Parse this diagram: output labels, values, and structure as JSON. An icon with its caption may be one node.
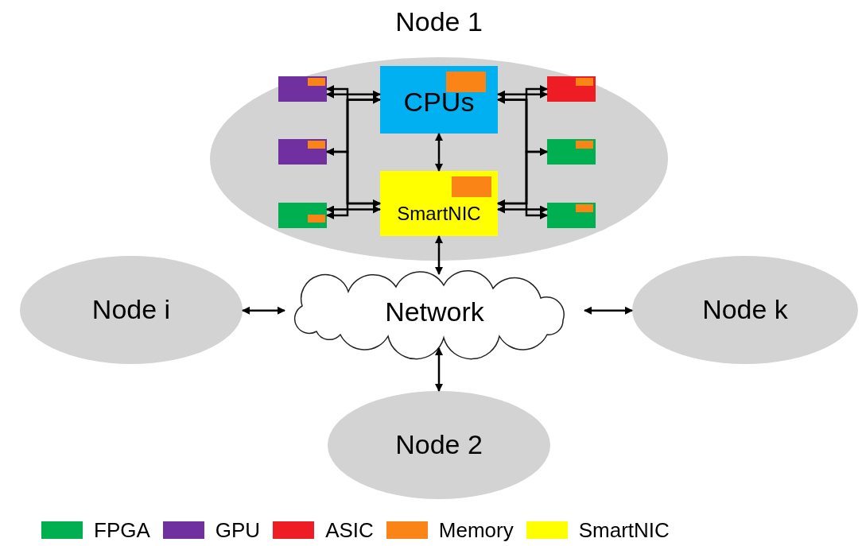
{
  "diagram": {
    "nodes": [
      {
        "text": [
          "Node 1"
        ]
      },
      {
        "text": [
          "CPUs"
        ],
        "in": 0
      },
      {
        "text": [],
        "shape": "box",
        "in": 1
      },
      {
        "text": [
          "SmartNIC"
        ],
        "in": 0
      },
      {
        "text": [],
        "shape": "box",
        "in": 3
      },
      {
        "text": [],
        "shape": "box",
        "in": 0
      },
      {
        "text": [],
        "shape": "box",
        "in": 5
      },
      {
        "text": [],
        "shape": "box",
        "in": 0
      },
      {
        "text": [],
        "shape": "box",
        "in": 7
      },
      {
        "text": [],
        "shape": "box",
        "in": 0
      },
      {
        "text": [],
        "shape": "box",
        "in": 9
      },
      {
        "text": [],
        "shape": "box",
        "in": 0
      },
      {
        "text": [],
        "shape": "box",
        "in": 11
      },
      {
        "text": [],
        "shape": "box",
        "in": 0
      },
      {
        "text": [],
        "shape": "box",
        "in": 13
      },
      {
        "text": [],
        "shape": "box",
        "in": 0
      },
      {
        "text": [],
        "shape": "box",
        "in": 15
      },
      {
        "text": [
          "Node i"
        ]
      },
      {
        "text": [
          "Network"
        ]
      },
      {
        "text": [
          "Node k"
        ]
      },
      {
        "text": [
          "Node 2"
        ]
      }
    ],
    "edges": [
      {
        "from": 5,
        "to": 1,
        "arrow": "both"
      },
      {
        "from": 7,
        "to": 1,
        "arrow": "both"
      },
      {
        "from": 9,
        "to": 1,
        "arrow": "both"
      },
      {
        "from": 5,
        "to": 3,
        "arrow": "both"
      },
      {
        "from": 7,
        "to": 3,
        "arrow": "both"
      },
      {
        "from": 9,
        "to": 3,
        "arrow": "both"
      },
      {
        "from": 11,
        "to": 1,
        "arrow": "both"
      },
      {
        "from": 13,
        "to": 1,
        "arrow": "both"
      },
      {
        "from": 15,
        "to": 1,
        "arrow": "both"
      },
      {
        "from": 11,
        "to": 3,
        "arrow": "both"
      },
      {
        "from": 13,
        "to": 3,
        "arrow": "both"
      },
      {
        "from": 15,
        "to": 3,
        "arrow": "both"
      },
      {
        "from": 1,
        "to": 3,
        "arrow": "both"
      },
      {
        "from": 3,
        "to": 18,
        "arrow": "both"
      },
      {
        "from": 17,
        "to": 18,
        "arrow": "both"
      },
      {
        "from": 18,
        "to": 19,
        "arrow": "both"
      },
      {
        "from": 18,
        "to": 20,
        "arrow": "both"
      }
    ],
    "legend": [
      {
        "text": "FPGA",
        "color": "#00b050"
      },
      {
        "text": "GPU",
        "color": "#7030a0"
      },
      {
        "text": "ASIC",
        "color": "#ee1c25"
      },
      {
        "text": "Memory",
        "color": "#fa8516"
      },
      {
        "text": "SmartNIC",
        "color": "#ffff00"
      }
    ]
  }
}
